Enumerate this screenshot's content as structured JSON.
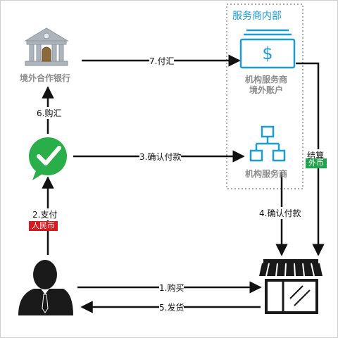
{
  "group": {
    "title": "服务商内部"
  },
  "nodes": {
    "overseas_bank": {
      "label": "境外合作银行"
    },
    "provider_account": {
      "line1": "机构服务商",
      "line2": "境外账户"
    },
    "provider": {
      "label": "机构服务商"
    }
  },
  "edges": {
    "buy": "1.购买",
    "pay": "2.支付",
    "confirm_to_provider": "3.确认付款",
    "confirm_to_store": "4.确认付款",
    "ship": "5.发货",
    "purchase_fx": "6.购汇",
    "remit": "7.付汇",
    "settle": "结算"
  },
  "tags": {
    "rmb": "人民币",
    "fx": "外币"
  },
  "colors": {
    "blue": "#1e9bd7",
    "wechat_green": "#2aae4a",
    "tag_red": "#d71920",
    "tag_green": "#21a34a",
    "gray_text": "#8c8c8c",
    "dark": "#111111"
  }
}
